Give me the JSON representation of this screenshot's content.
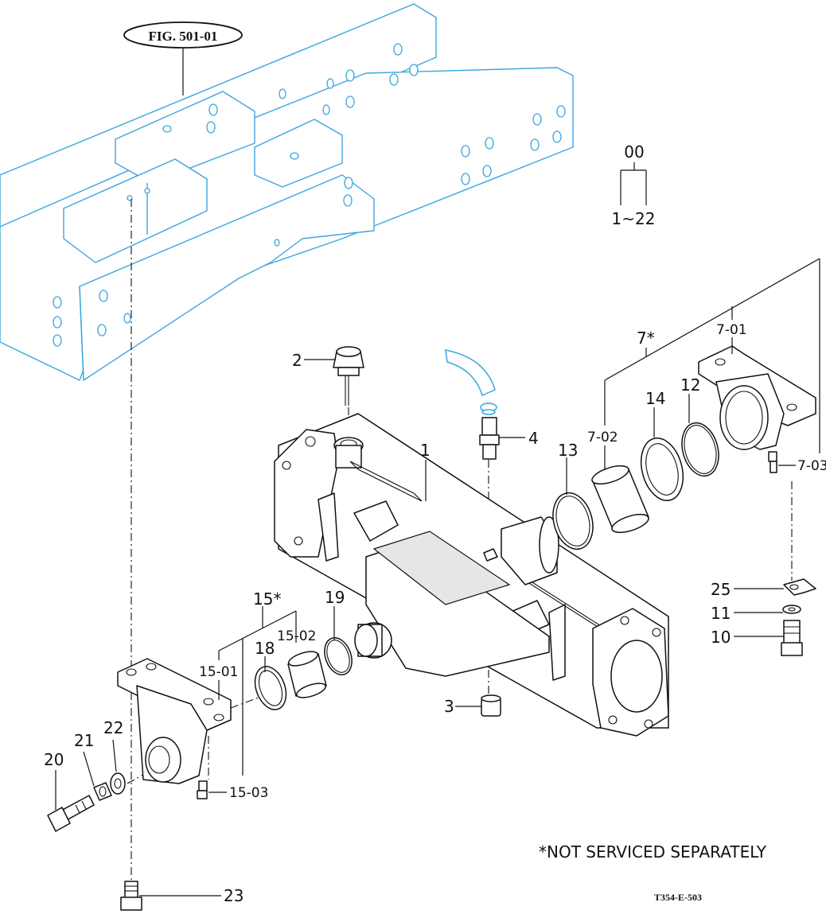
{
  "figure_ref": "FIG. 501-01",
  "assembly_tree": {
    "top": "00",
    "range": "1~22"
  },
  "note": "*NOT SERVICED SEPARATELY",
  "drawing_code": "T354-E-503",
  "callouts": {
    "c1": "1",
    "c2": "2",
    "c3": "3",
    "c4": "4",
    "c7": "7*",
    "c7_01": "7-01",
    "c7_02": "7-02",
    "c7_03": "7-03",
    "c10": "10",
    "c11": "11",
    "c12": "12",
    "c13": "13",
    "c14": "14",
    "c15": "15*",
    "c15_01": "15-01",
    "c15_02": "15-02",
    "c15_03": "15-03",
    "c18": "18",
    "c19": "19",
    "c20": "20",
    "c21": "21",
    "c22": "22",
    "c23": "23",
    "c25": "25"
  },
  "colors": {
    "frame_line": "#3aa6df",
    "ink": "#111111"
  }
}
